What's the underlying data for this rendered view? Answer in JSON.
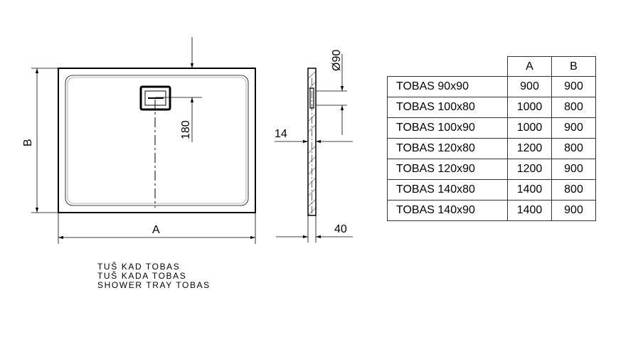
{
  "plan_view": {
    "label_a": "A",
    "label_b": "B",
    "drain_offset": "180"
  },
  "side_view": {
    "drain_diameter": "Ø90",
    "thickness": "14",
    "height": "40"
  },
  "table": {
    "header_a": "A",
    "header_b": "B",
    "rows": [
      {
        "model": "TOBAS 90x90",
        "a": "900",
        "b": "900"
      },
      {
        "model": "TOBAS 100x80",
        "a": "1000",
        "b": "800"
      },
      {
        "model": "TOBAS 100x90",
        "a": "1000",
        "b": "900"
      },
      {
        "model": "TOBAS 120x80",
        "a": "1200",
        "b": "800"
      },
      {
        "model": "TOBAS 120x90",
        "a": "1200",
        "b": "900"
      },
      {
        "model": "TOBAS 140x80",
        "a": "1400",
        "b": "800"
      },
      {
        "model": "TOBAS 140x90",
        "a": "1400",
        "b": "900"
      }
    ]
  },
  "caption": {
    "line1": "TUŠ KAD TOBAS",
    "line2": "TUŠ KADA TOBAS",
    "line3": "SHOWER TRAY TOBAS"
  }
}
